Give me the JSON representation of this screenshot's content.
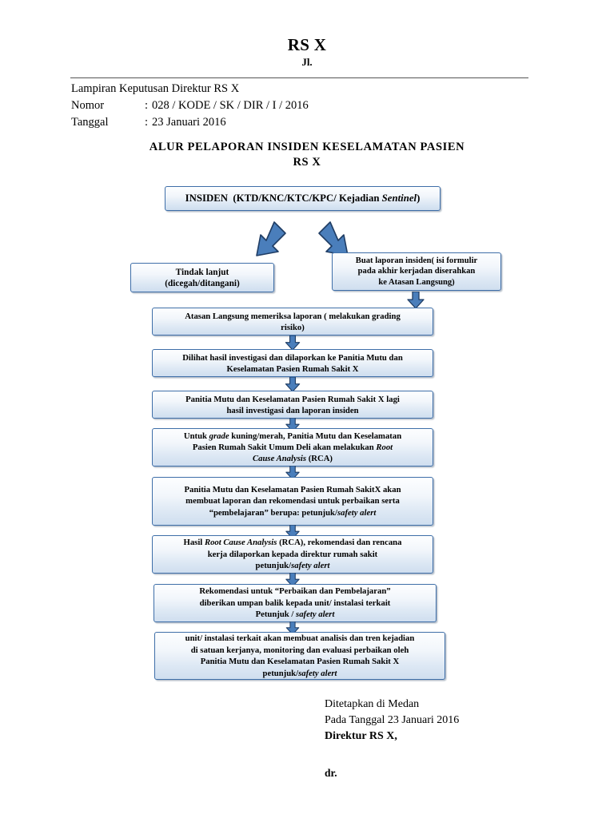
{
  "document": {
    "header": {
      "hospital_name": "RS X",
      "address_label": "Jl.",
      "attachment_line": "Lampiran Keputusan Direktur RS X",
      "nomor_label": "Nomor",
      "nomor_colon": ":",
      "nomor_value": "028 / KODE / SK / DIR / I / 2016",
      "tanggal_label": "Tanggal",
      "tanggal_colon": ":",
      "tanggal_value": "23 Januari 2016"
    },
    "flow_title_line1": "ALUR PELAPORAN INSIDEN KESELAMATAN PASIEN",
    "flow_title_line2": "RS X",
    "footer": {
      "place_line": "Ditetapkan di Medan",
      "date_line": "Pada Tanggal  23 Januari 2016",
      "signer_title": "Direktur RS X,",
      "signer_name": "dr."
    }
  },
  "flowchart": {
    "type": "process-flow",
    "accent_color": "#4a7ebb",
    "border_color": "#3e6ea8",
    "box_fill_top": "#fdfeff",
    "box_fill_bottom": "#cfdeef",
    "nodes": [
      {
        "id": "insiden",
        "text_parts": [
          {
            "t": "INSIDEN  (KTD/KNC/KTC/KPC/ Kejadian ",
            "style": "normal"
          },
          {
            "t": "Sentinel",
            "style": "italic"
          },
          {
            "t": ")",
            "style": "normal"
          }
        ],
        "plain": "INSIDEN (KTD/KNC/KTC/KPC/ Kejadian Sentinel)"
      },
      {
        "id": "tindak-lanjut",
        "lines": [
          "Tindak lanjut",
          "(dicegah/ditangani)"
        ],
        "plain": "Tindak lanjut (dicegah/ditangani)"
      },
      {
        "id": "buat-laporan",
        "lines": [
          "Buat laporan insiden( isi formulir",
          "pada akhir kerjadan diserahkan",
          "ke Atasan Langsung)"
        ],
        "plain": "Buat laporan insiden( isi formulir pada akhir kerjadan diserahkan ke Atasan Langsung)"
      },
      {
        "id": "step-1",
        "lines": [
          "Atasan Langsung memeriksa laporan ( melakukan grading",
          "risiko)"
        ],
        "plain": "Atasan Langsung memeriksa laporan ( melakukan grading risiko)"
      },
      {
        "id": "step-2",
        "lines": [
          "Dilihat hasil investigasi dan dilaporkan ke Panitia Mutu dan",
          "Keselamatan Pasien Rumah Sakit X"
        ],
        "plain": "Dilihat hasil investigasi dan dilaporkan ke Panitia Mutu dan Keselamatan Pasien Rumah Sakit X"
      },
      {
        "id": "step-3",
        "lines": [
          "Panitia Mutu dan Keselamatan Pasien Rumah Sakit X lagi",
          "hasil investigasi dan laporan insiden"
        ],
        "plain": "Panitia Mutu dan Keselamatan Pasien Rumah Sakit X lagi hasil investigasi dan laporan insiden"
      },
      {
        "id": "step-4",
        "plain": "Untuk grade kuning/merah, Panitia Mutu dan Keselamatan Pasien Rumah Sakit Umum Deli akan melakukan Root Cause Analysis (RCA)"
      },
      {
        "id": "step-5",
        "plain": "Panitia Mutu dan Keselamatan Pasien Rumah SakitX akan membuat laporan dan rekomendasi untuk perbaikan serta “pembelajaran” berupa: petunjuk/safety alert"
      },
      {
        "id": "step-6",
        "plain": "Hasil Root Cause Analysis (RCA), rekomendasi dan rencana kerja dilaporkan kepada direktur rumah sakit petunjuk/safety alert"
      },
      {
        "id": "step-7",
        "plain": "Rekomendasi untuk “Perbaikan dan Pembelajaran” diberikan umpan balik kepada unit/ instalasi terkait Petunjuk / safety alert"
      },
      {
        "id": "step-8",
        "plain": "unit/ instalasi terkait akan membuat analisis dan tren kejadian di satuan kerjanya, monitoring dan evaluasi perbaikan oleh Panitia Mutu dan Keselamatan Pasien Rumah Sakit X petunjuk/safety alert"
      }
    ]
  }
}
